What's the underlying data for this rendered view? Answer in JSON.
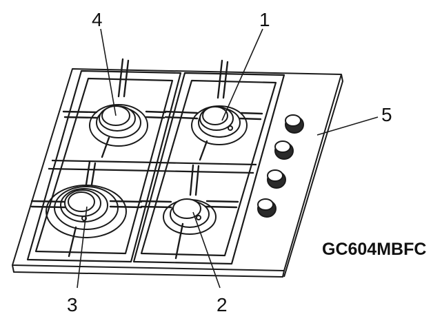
{
  "diagram": {
    "model_label": "GC604MBFC",
    "callouts": [
      {
        "id": "c1",
        "text": "1"
      },
      {
        "id": "c2",
        "text": "2"
      },
      {
        "id": "c3",
        "text": "3"
      },
      {
        "id": "c4",
        "text": "4"
      },
      {
        "id": "c5",
        "text": "5"
      }
    ],
    "colors": {
      "line": "#1a1a1a",
      "panel": "#ffffff",
      "knob_dark": "#2a2a2a"
    }
  }
}
